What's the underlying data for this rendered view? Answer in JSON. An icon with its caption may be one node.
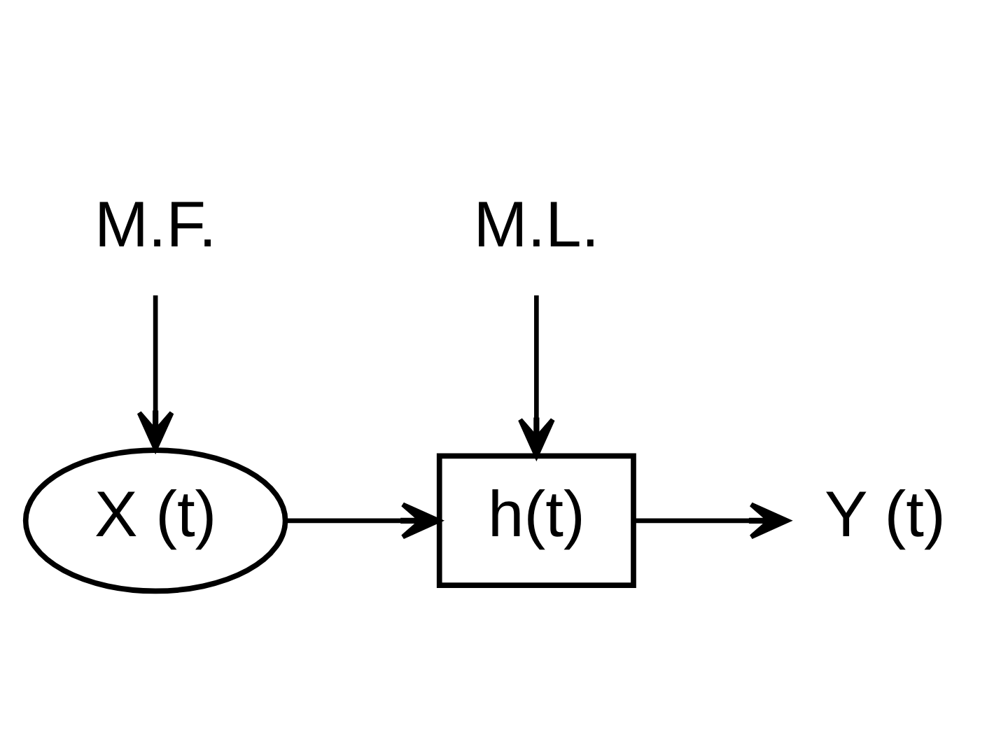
{
  "diagram": {
    "nodes": [
      {
        "text": [
          "M.F."
        ]
      },
      {
        "text": [
          "M.L."
        ]
      },
      {
        "text": [
          "X (t)"
        ]
      },
      {
        "text": [
          "h(t)"
        ]
      },
      {
        "text": [
          "Y (t)"
        ]
      }
    ],
    "edges": [
      {
        "from": 0,
        "to": 2,
        "arrow": "to"
      },
      {
        "from": 1,
        "to": 3,
        "arrow": "to"
      },
      {
        "from": 2,
        "to": 3,
        "arrow": "to"
      },
      {
        "from": 3,
        "to": 4,
        "arrow": "to"
      }
    ]
  }
}
